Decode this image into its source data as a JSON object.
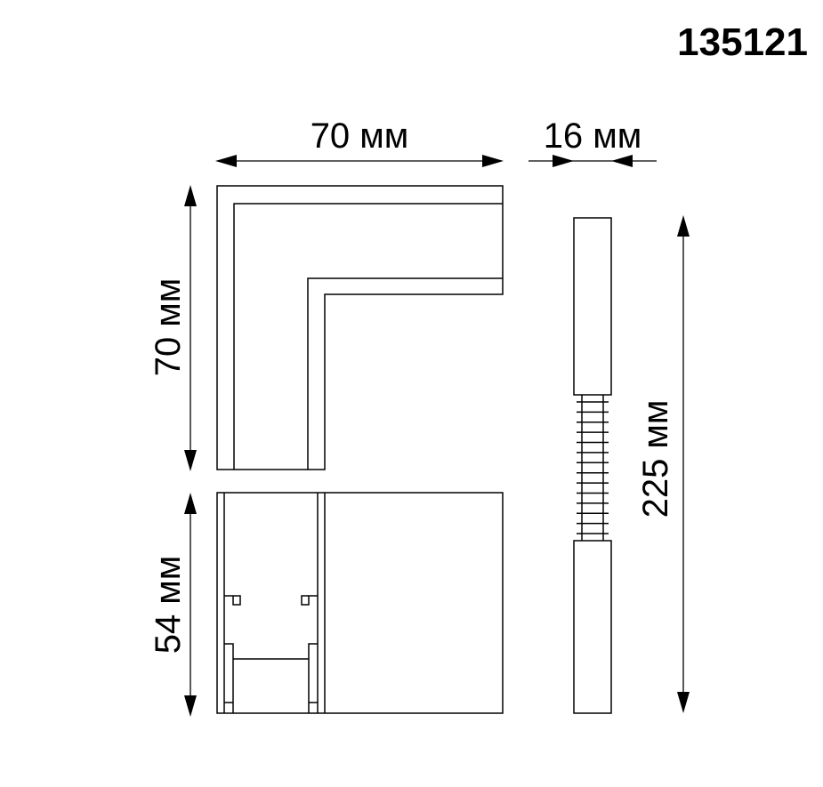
{
  "product_code": "135121",
  "dimensions": {
    "top_width": "70 мм",
    "side_width": "16 мм",
    "top_height": "70 мм",
    "front_height": "54 мм",
    "total_length": "225 мм"
  }
}
